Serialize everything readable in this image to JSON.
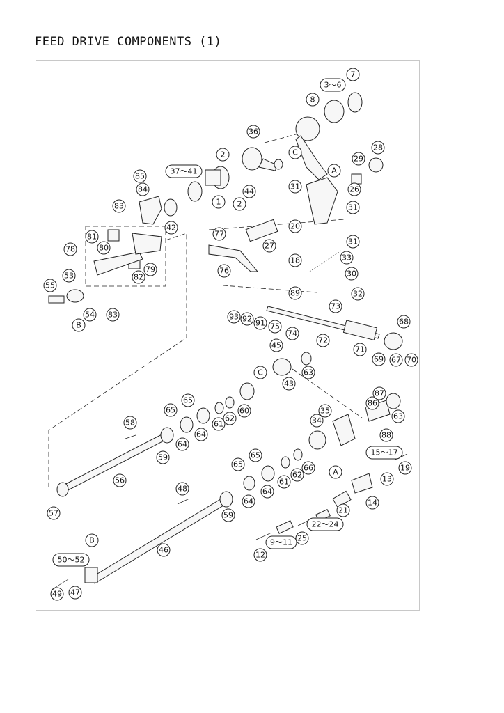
{
  "page_title": "FEED DRIVE COMPONENTS (1)",
  "reference_labels": [
    "A",
    "B",
    "C"
  ],
  "part_labels": [
    "1",
    "2",
    "3〜6",
    "7",
    "8",
    "12",
    "13",
    "14",
    "15〜17",
    "18",
    "19",
    "20",
    "21",
    "22〜24",
    "25",
    "26",
    "27",
    "28",
    "29",
    "30",
    "31",
    "32",
    "33",
    "34",
    "35",
    "36",
    "37〜41",
    "42",
    "43",
    "44",
    "45",
    "46",
    "47",
    "48",
    "49",
    "50〜52",
    "53",
    "54",
    "55",
    "56",
    "57",
    "58",
    "59",
    "60",
    "61",
    "62",
    "63",
    "64",
    "65",
    "66",
    "67",
    "68",
    "69",
    "70",
    "71",
    "72",
    "73",
    "74",
    "75",
    "76",
    "77",
    "78",
    "79",
    "80",
    "81",
    "82",
    "83",
    "84",
    "85",
    "86",
    "87",
    "88",
    "89",
    "9〜11",
    "91",
    "92",
    "93"
  ]
}
